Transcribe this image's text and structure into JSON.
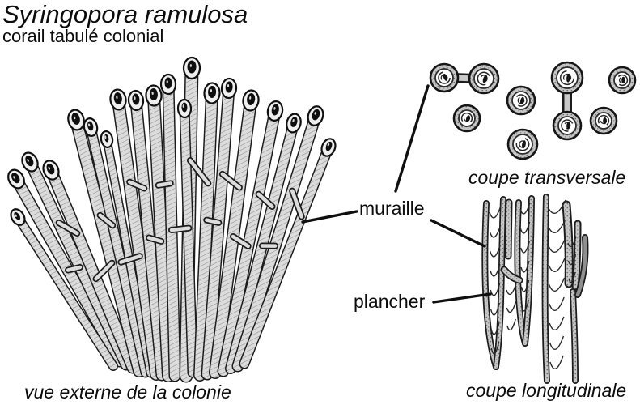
{
  "header": {
    "title": "Syringopora ramulosa",
    "subtitle": "corail tabulé colonial"
  },
  "annotations": {
    "muraille": "muraille",
    "plancher": "plancher"
  },
  "captions": {
    "colony": "vue externe de la colonie",
    "transverse": "coupe transversale",
    "longitudinal": "coupe longitudinale"
  },
  "palette": {
    "ink": "#1c1c1c",
    "pencil_light": "#dcdcdc",
    "pencil_mid": "#8d8d8d",
    "paper": "#ffffff"
  }
}
